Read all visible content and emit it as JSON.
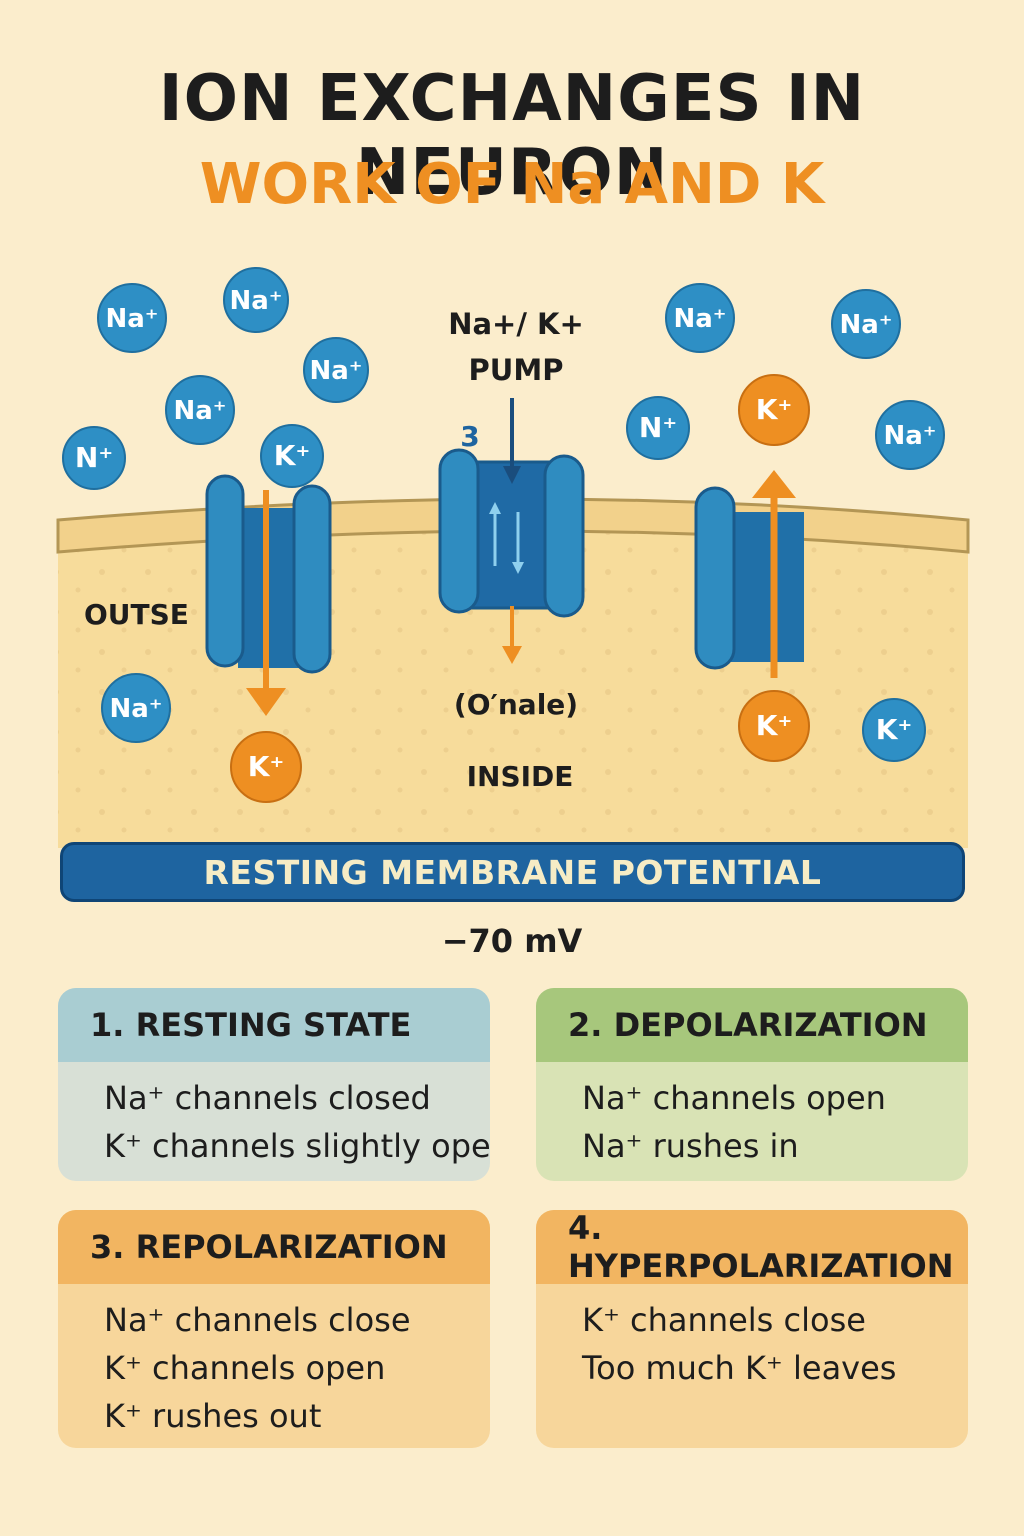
{
  "title": "ION EXCHANGES IN NEURON",
  "subtitle": "WORK OF Na AND K",
  "diagram": {
    "pump_label_line1": "Na+/ K+",
    "pump_label_line2": "PUMP",
    "pump_number": "3",
    "outside_label": "OUTSE",
    "inside_label": "INSIDE",
    "center_note": "(O′nale)",
    "ions": [
      {
        "label": "Na⁺",
        "kind": "na"
      },
      {
        "label": "Na⁺",
        "kind": "na"
      },
      {
        "label": "Na⁺",
        "kind": "na"
      },
      {
        "label": "Na⁺",
        "kind": "na"
      },
      {
        "label": "N⁺",
        "kind": "na"
      },
      {
        "label": "K⁺",
        "kind": "na"
      },
      {
        "label": "Na⁺",
        "kind": "na"
      },
      {
        "label": "Na⁺",
        "kind": "na"
      },
      {
        "label": "N⁺",
        "kind": "na"
      },
      {
        "label": "K⁺",
        "kind": "k"
      },
      {
        "label": "Na⁺",
        "kind": "na"
      },
      {
        "label": "Na⁺",
        "kind": "na"
      },
      {
        "label": "K⁺",
        "kind": "k"
      },
      {
        "label": "K⁺",
        "kind": "k"
      },
      {
        "label": "K⁺",
        "kind": "na"
      }
    ]
  },
  "banner": "RESTING MEMBRANE POTENTIAL",
  "voltage": "−70 mV",
  "cards": [
    {
      "title": "1.  RESTING STATE",
      "lines": [
        "Na⁺ channels closed",
        "K⁺ channels slightly open"
      ]
    },
    {
      "title": "2. DEPOLARIZATION",
      "lines": [
        "Na⁺ channels open",
        "Na⁺ rushes in"
      ]
    },
    {
      "title": "3.  REPOLARIZATION",
      "lines": [
        "Na⁺ channels close",
        "K⁺ channels open",
        "K⁺ rushes out"
      ]
    },
    {
      "title": "4. HYPERPOLARIZATION",
      "lines": [
        "K⁺ channels close",
        "Too much K⁺ leaves"
      ]
    }
  ],
  "colors": {
    "background": "#fbedcc",
    "na_ion": "#2e8fc5",
    "k_ion": "#ee8f22",
    "channel": "#2f8cc0",
    "banner": "#1e64a0"
  }
}
